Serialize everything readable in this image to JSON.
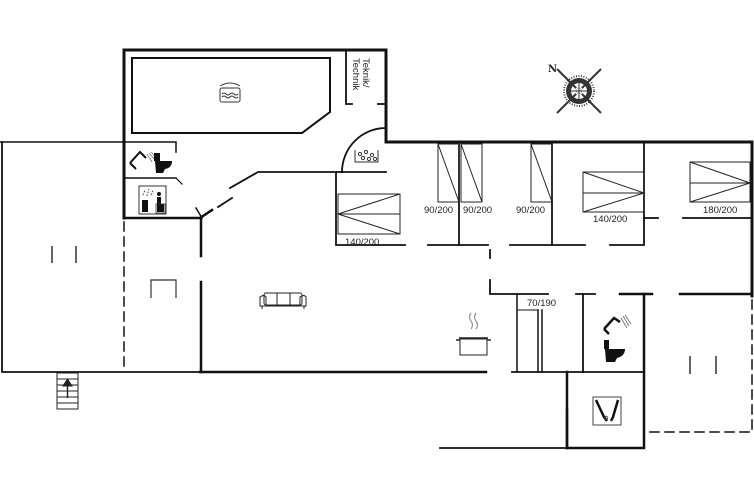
{
  "plan": {
    "type": "floor-plan",
    "compass": {
      "north_label": "N"
    },
    "technical_room": {
      "label_line1": "Teknik/",
      "label_line2": "Technik"
    },
    "beds": [
      {
        "id": "bed-1",
        "size": "140/200"
      },
      {
        "id": "bed-2",
        "size": "90/200"
      },
      {
        "id": "bed-3",
        "size": "90/200"
      },
      {
        "id": "bed-4",
        "size": "90/200"
      },
      {
        "id": "bed-5",
        "size": "140/200"
      },
      {
        "id": "bed-6",
        "size": "180/200"
      },
      {
        "id": "bed-7",
        "size": "70/190"
      }
    ],
    "icons": [
      "pool-icon",
      "spa-icon",
      "shower-icon",
      "toilet-icon",
      "sauna-icon",
      "sofa-icon",
      "cooking-pot-icon",
      "washing-machine-icon",
      "stairs-icon",
      "compass-icon"
    ],
    "colors": {
      "wall": "#111111",
      "line": "#222222",
      "background": "#ffffff"
    }
  }
}
